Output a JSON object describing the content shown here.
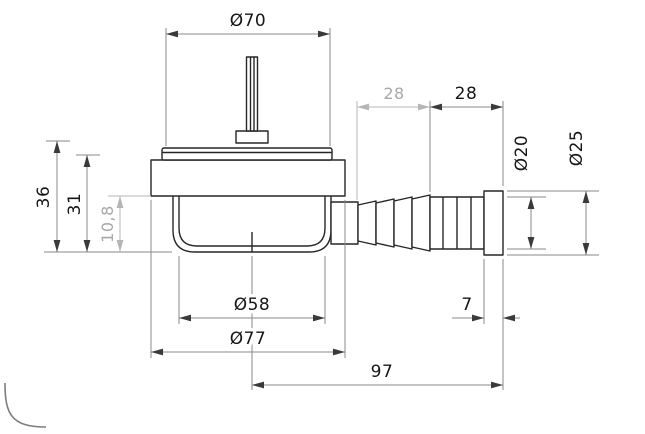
{
  "drawing": {
    "dims": {
      "dia70": "Ø70",
      "len28_taper": "28",
      "len28_barb": "28",
      "dia20": "Ø20",
      "dia25": "Ø25",
      "h36": "36",
      "h31": "31",
      "h10_8": "10,8",
      "dia58": "Ø58",
      "dia77": "Ø77",
      "len7": "7",
      "len97": "97"
    },
    "colors": {
      "outline": "#262626",
      "dimension_line": "#8a8a8a",
      "dimension_muted": "#b5b5b5",
      "label": "#161616",
      "background": "#ffffff"
    }
  }
}
